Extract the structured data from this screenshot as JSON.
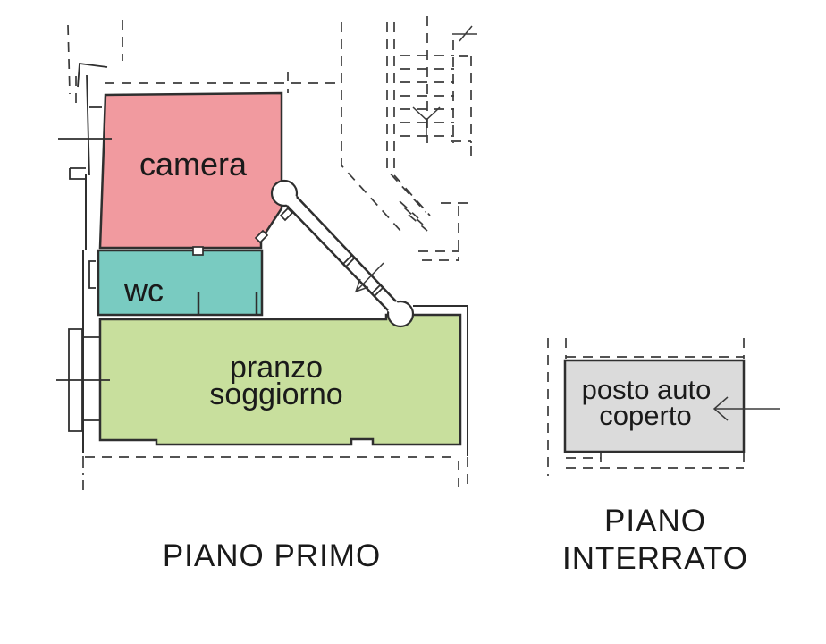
{
  "rooms": {
    "camera": {
      "label": "camera",
      "fill": "#f19a9f"
    },
    "wc": {
      "label": "wc",
      "fill": "#79cbc1"
    },
    "pranzo_soggiorno": {
      "label_line1": "pranzo",
      "label_line2": "soggiorno",
      "fill": "#c8df9d"
    },
    "posto_auto": {
      "label_line1": "posto auto",
      "label_line2": "coperto",
      "fill": "#dbdbdb"
    }
  },
  "captions": {
    "piano_primo": "PIANO PRIMO",
    "piano_interrato_line1": "PIANO",
    "piano_interrato_line2": "INTERRATO"
  },
  "icons": {
    "stair_direction_arrow": "arrow-down-left-icon",
    "parking_entry_arrow": "arrow-left-icon"
  },
  "colors": {
    "background": "#ffffff",
    "wall": "#2f2f2f",
    "dashed": "#3b3b3b",
    "text": "#1a1a1a"
  }
}
